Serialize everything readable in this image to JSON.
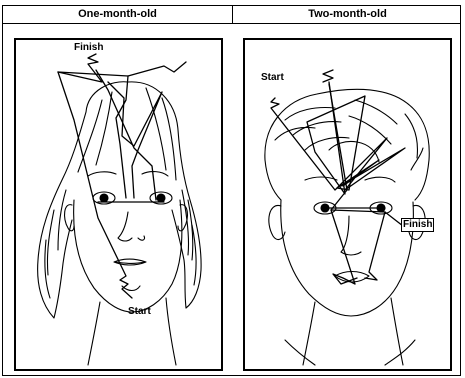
{
  "panels": {
    "left": {
      "title": "One-month-old",
      "start_label": "Start",
      "finish_label": "Finish"
    },
    "right": {
      "title": "Two-month-old",
      "start_label": "Start",
      "finish_label": "Finish"
    }
  },
  "colors": {
    "ink": "#000000",
    "background": "#ffffff"
  }
}
